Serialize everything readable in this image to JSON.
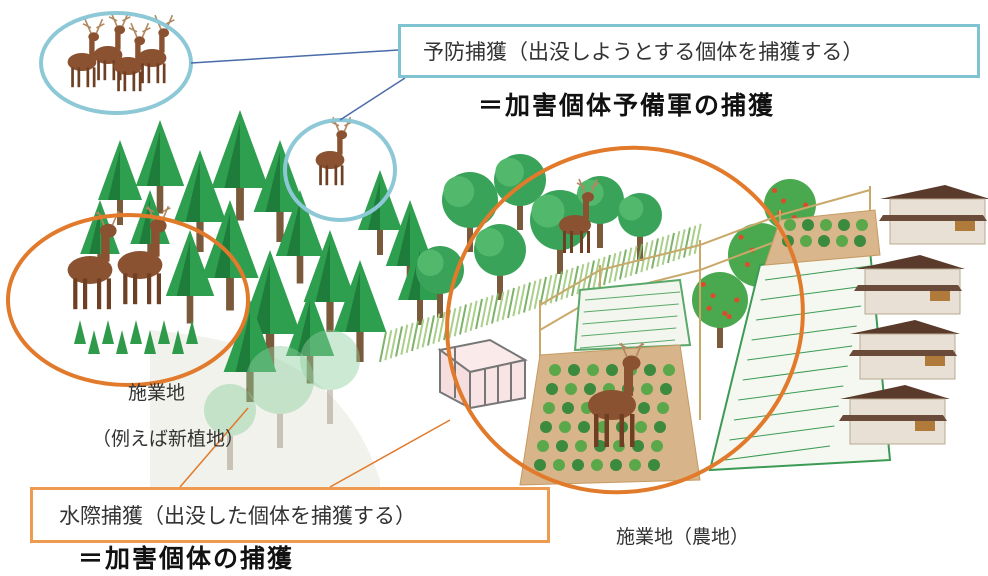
{
  "callouts": {
    "prevent_box": "予防捕獲（出没しようとする個体を捕獲する）",
    "prevent_caption": "＝加害個体予備軍の捕獲",
    "water_box": "水際捕獲（出没した個体を捕獲する）",
    "water_caption": "＝加害個体の捕獲"
  },
  "labels": {
    "forest_site": "施業地",
    "forest_site_sub": "（例えば新植地）",
    "farm_site": "施業地（農地）"
  },
  "colors": {
    "prevent_circle": "#8cc8d6",
    "water_circle": "#e27a2c",
    "forest_green": "#2e9e4f",
    "deer_brown": "#8a5230",
    "house_roof": "#5a3a2a"
  }
}
